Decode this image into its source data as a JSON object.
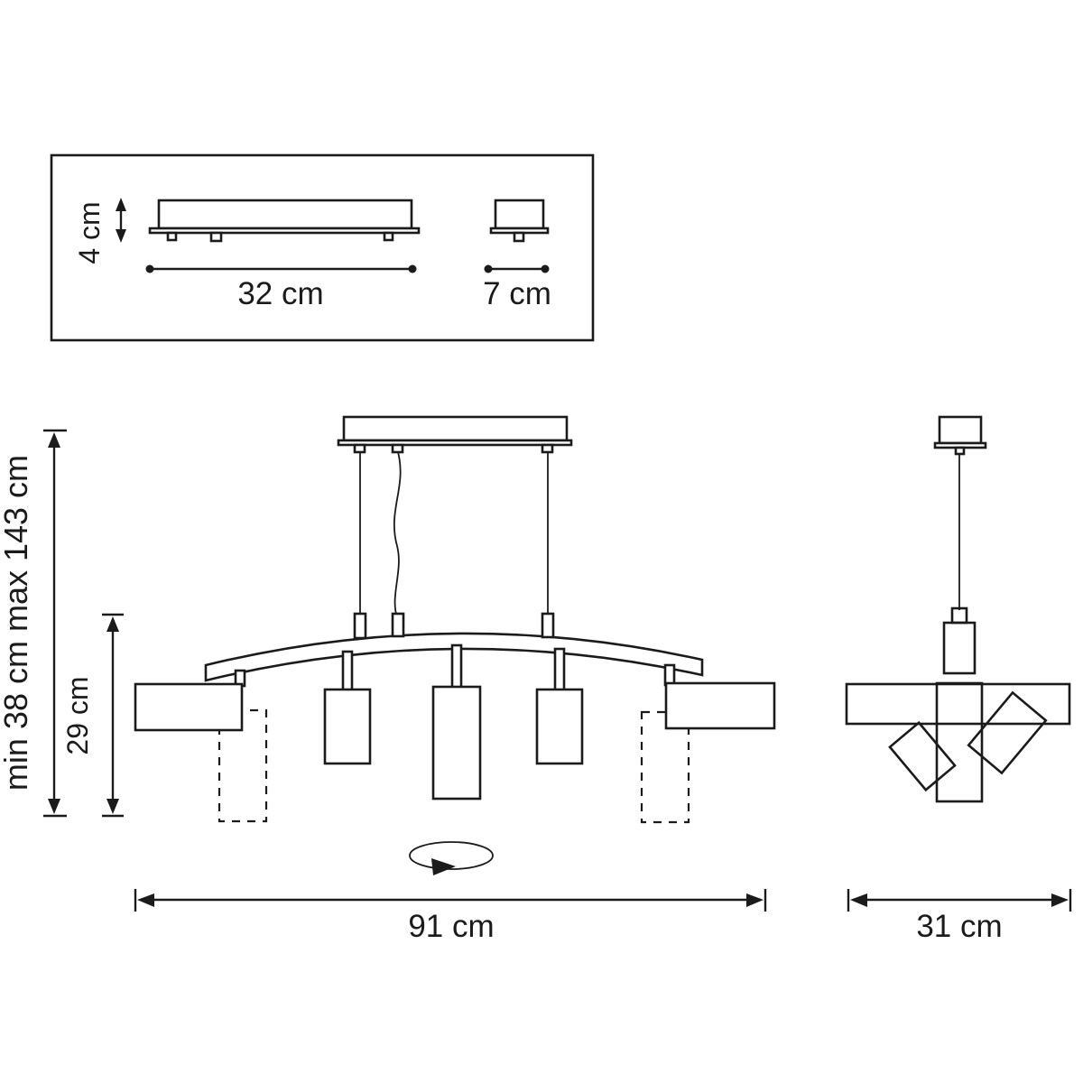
{
  "page": {
    "background": "#ffffff",
    "line_color": "#1b1b1b",
    "description": "Technical dimension drawing of a 5-light pendant fixture with ceiling canopy"
  },
  "inset": {
    "height_label": "4 cm",
    "width_label": "32 cm",
    "depth_label": "7 cm"
  },
  "front_view": {
    "suspension_label": "min 38 cm max 143 cm",
    "fixture_height_label": "29 cm",
    "width_label": "91 cm"
  },
  "side_view": {
    "width_label": "31 cm"
  }
}
